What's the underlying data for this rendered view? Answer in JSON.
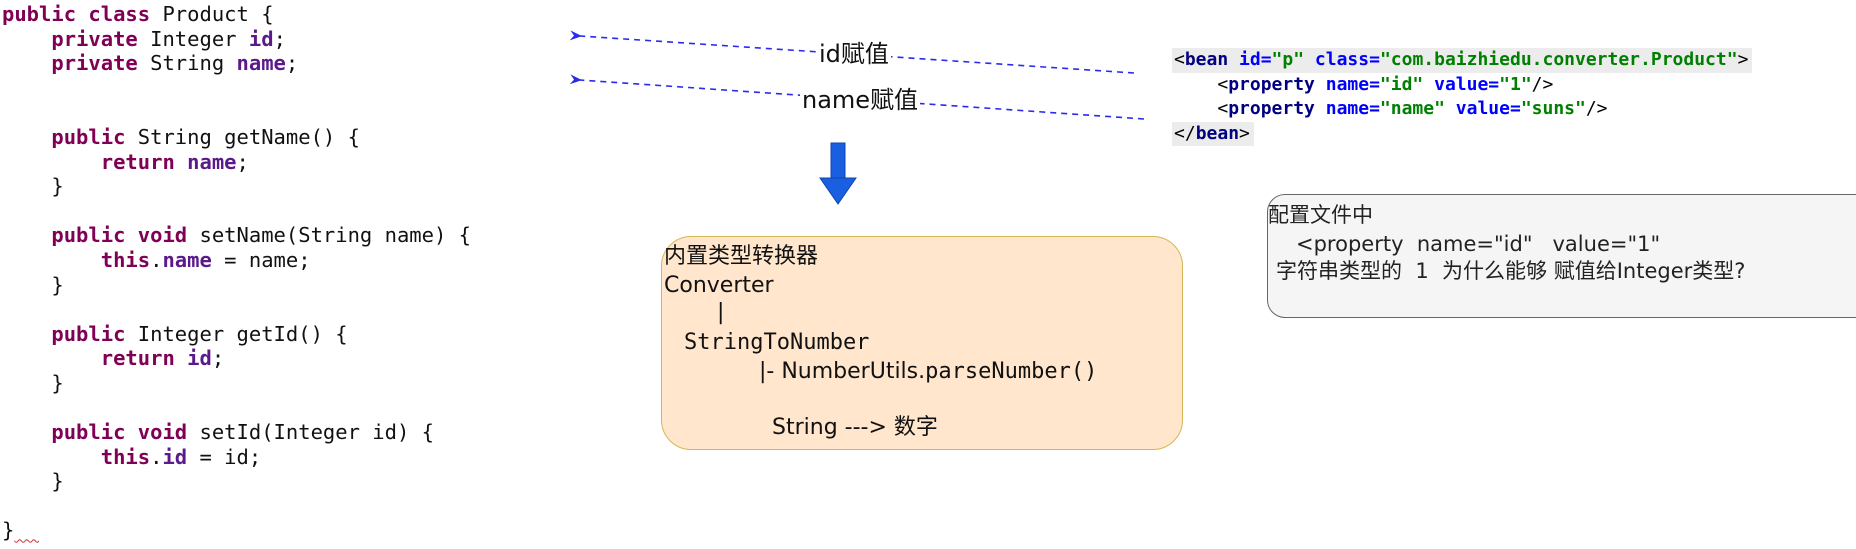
{
  "java": {
    "lines": [
      [
        {
          "t": "public class ",
          "c": "kw"
        },
        {
          "t": "Product {",
          "c": ""
        }
      ],
      [
        {
          "t": "    ",
          "c": ""
        },
        {
          "t": "private ",
          "c": "kw"
        },
        {
          "t": "Integer ",
          "c": ""
        },
        {
          "t": "id",
          "c": "fld"
        },
        {
          "t": ";",
          "c": ""
        }
      ],
      [
        {
          "t": "    ",
          "c": ""
        },
        {
          "t": "private ",
          "c": "kw"
        },
        {
          "t": "String ",
          "c": ""
        },
        {
          "t": "name",
          "c": "fld"
        },
        {
          "t": ";",
          "c": ""
        }
      ],
      [],
      [],
      [
        {
          "t": "    ",
          "c": ""
        },
        {
          "t": "public ",
          "c": "kw"
        },
        {
          "t": "String getName() {",
          "c": ""
        }
      ],
      [
        {
          "t": "        ",
          "c": ""
        },
        {
          "t": "return ",
          "c": "kw"
        },
        {
          "t": "name",
          "c": "fld"
        },
        {
          "t": ";",
          "c": ""
        }
      ],
      [
        {
          "t": "    }",
          "c": ""
        }
      ],
      [],
      [
        {
          "t": "    ",
          "c": ""
        },
        {
          "t": "public void ",
          "c": "kw"
        },
        {
          "t": "setName(String name) {",
          "c": ""
        }
      ],
      [
        {
          "t": "        ",
          "c": ""
        },
        {
          "t": "this",
          "c": "kw"
        },
        {
          "t": ".",
          "c": ""
        },
        {
          "t": "name",
          "c": "fld"
        },
        {
          "t": " = name;",
          "c": ""
        }
      ],
      [
        {
          "t": "    }",
          "c": ""
        }
      ],
      [],
      [
        {
          "t": "    ",
          "c": ""
        },
        {
          "t": "public ",
          "c": "kw"
        },
        {
          "t": "Integer getId() {",
          "c": ""
        }
      ],
      [
        {
          "t": "        ",
          "c": ""
        },
        {
          "t": "return ",
          "c": "kw"
        },
        {
          "t": "id",
          "c": "fld"
        },
        {
          "t": ";",
          "c": ""
        }
      ],
      [
        {
          "t": "    }",
          "c": ""
        }
      ],
      [],
      [
        {
          "t": "    ",
          "c": ""
        },
        {
          "t": "public void ",
          "c": "kw"
        },
        {
          "t": "setId(Integer id) {",
          "c": ""
        }
      ],
      [
        {
          "t": "        ",
          "c": ""
        },
        {
          "t": "this",
          "c": "kw"
        },
        {
          "t": ".",
          "c": ""
        },
        {
          "t": "id",
          "c": "fld"
        },
        {
          "t": " = id;",
          "c": ""
        }
      ],
      [
        {
          "t": "    }",
          "c": ""
        }
      ],
      [],
      [
        {
          "t": "}",
          "c": ""
        },
        {
          "t": "  ",
          "c": "squiggle"
        }
      ]
    ]
  },
  "labels": {
    "id_assign": "id赋值",
    "name_assign": "name赋值"
  },
  "xml": {
    "lines": [
      [
        {
          "t": "<",
          "c": "plain"
        },
        {
          "t": "bean ",
          "c": "tag"
        },
        {
          "t": "id=",
          "c": "attr"
        },
        {
          "t": "\"p\" ",
          "c": "val"
        },
        {
          "t": "class=",
          "c": "attr"
        },
        {
          "t": "\"com.baizhiedu.converter.Product\"",
          "c": "val"
        },
        {
          "t": ">",
          "c": "plain"
        }
      ],
      [
        {
          "t": "    <",
          "c": "plain"
        },
        {
          "t": "property ",
          "c": "tag"
        },
        {
          "t": "name=",
          "c": "attr"
        },
        {
          "t": "\"id\" ",
          "c": "val"
        },
        {
          "t": "value=",
          "c": "attr"
        },
        {
          "t": "\"1\"",
          "c": "val"
        },
        {
          "t": "/>",
          "c": "plain"
        }
      ],
      [
        {
          "t": "    <",
          "c": "plain"
        },
        {
          "t": "property ",
          "c": "tag"
        },
        {
          "t": "name=",
          "c": "attr"
        },
        {
          "t": "\"name\" ",
          "c": "val"
        },
        {
          "t": "value=",
          "c": "attr"
        },
        {
          "t": "\"suns\"",
          "c": "val"
        },
        {
          "t": "/>",
          "c": "plain"
        }
      ],
      [
        {
          "t": "</",
          "c": "plain"
        },
        {
          "t": "bean",
          "c": "tag"
        },
        {
          "t": ">",
          "c": "plain"
        }
      ]
    ]
  },
  "converter": {
    "title": "内置类型转换器",
    "interface": "Converter",
    "pipe": "|",
    "impl": "StringToNumber",
    "method_prefix": "|- NumberUtils.",
    "method_name": "parseNumber()",
    "mapping": "String ---> 数字"
  },
  "question": {
    "line1": "配置文件中",
    "line2": "<property  name=\"id\"   value=\"1\"",
    "line3": "字符串类型的  1  为什么能够 赋值给Integer类型?"
  },
  "colors": {
    "dashed_arrow": "#2b2bf0",
    "down_arrow": "#1a5fe0",
    "converter_fill": "#ffe6cc",
    "converter_border": "#d6b656",
    "question_fill": "#f5f5f5",
    "question_border": "#666666"
  }
}
